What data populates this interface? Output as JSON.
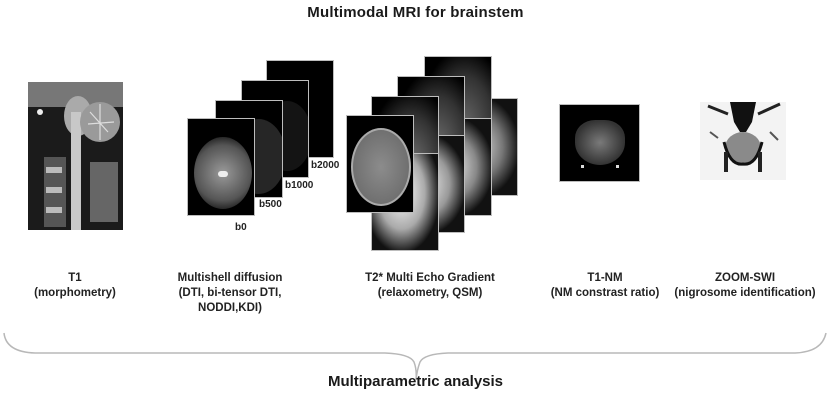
{
  "title": "Multimodal MRI for brainstem",
  "modalities": [
    {
      "name": "T1",
      "detail": "(morphometry)",
      "image": "sagittal-t1-brainstem"
    },
    {
      "name": "Multishell diffusion",
      "detail": "(DTI, bi-tensor DTI,",
      "detail2": "NODDI,KDI)",
      "image": "axial-diffusion-stack",
      "shell_labels": [
        "b0",
        "b500",
        "b1000",
        "b2000"
      ]
    },
    {
      "name": "T2* Multi Echo Gradient",
      "detail": "(relaxometry, QSM)",
      "image": "multi-echo-magnitude-phase-stack"
    },
    {
      "name": "T1-NM",
      "detail": "(NM constrast ratio)",
      "image": "neuromelanin-axial-brainstem"
    },
    {
      "name": "ZOOM-SWI",
      "detail": "(nigrosome identification)",
      "image": "swi-axial-midbrain"
    }
  ],
  "footer": "Multiparametric analysis"
}
